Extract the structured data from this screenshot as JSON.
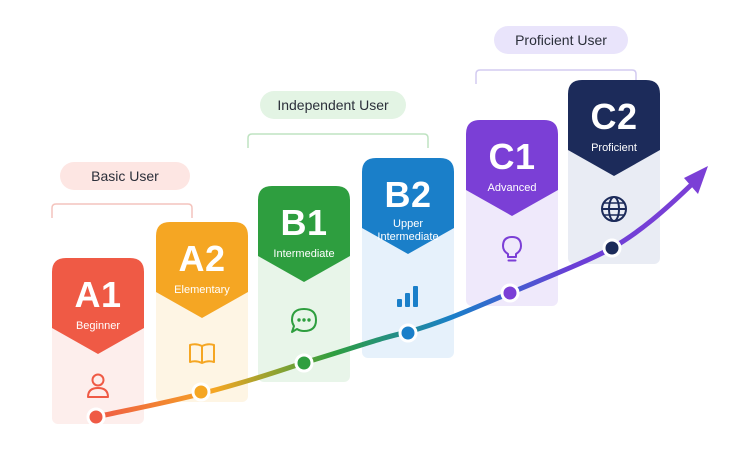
{
  "groups": {
    "basic": "Basic User",
    "independent": "Independent User",
    "proficient": "Proficient User"
  },
  "levels": [
    {
      "code": "A1",
      "label": "Beginner",
      "icon": "person-icon",
      "color": "#ef5a45",
      "tint": "#fdeeec"
    },
    {
      "code": "A2",
      "label": "Elementary",
      "icon": "book-icon",
      "color": "#f5a623",
      "tint": "#fef5e4"
    },
    {
      "code": "B1",
      "label": "Intermediate",
      "icon": "chat-bubble-icon",
      "color": "#2e9e3f",
      "tint": "#e8f5e9"
    },
    {
      "code": "B2",
      "label": "Upper Intermediate",
      "icon": "bar-chart-icon",
      "color": "#1a7fc9",
      "tint": "#e6f1fb"
    },
    {
      "code": "C1",
      "label": "Advanced",
      "icon": "lightbulb-icon",
      "color": "#7b3fd6",
      "tint": "#efe9fb"
    },
    {
      "code": "C2",
      "label": "Proficient",
      "icon": "globe-icon",
      "color": "#1c2b5a",
      "tint": "#e9ecf4"
    }
  ]
}
